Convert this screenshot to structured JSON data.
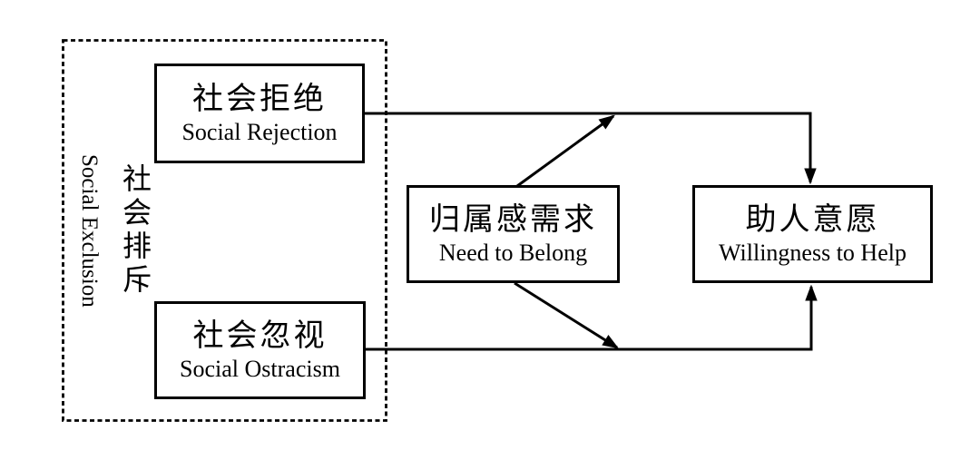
{
  "diagram": {
    "group": {
      "zh": "社会排斥",
      "en": "Social Exclusion"
    },
    "nodes": {
      "rejection": {
        "zh": "社会拒绝",
        "en": "Social Rejection"
      },
      "ostracism": {
        "zh": "社会忽视",
        "en": "Social Ostracism"
      },
      "belong": {
        "zh": "归属感需求",
        "en": "Need to Belong"
      },
      "help": {
        "zh": "助人意愿",
        "en": "Willingness to Help"
      }
    },
    "edges": [
      {
        "from": "social-rejection",
        "to": "willingness-to-help",
        "style": "elbow-arrow"
      },
      {
        "from": "social-ostracism",
        "to": "willingness-to-help",
        "style": "elbow-arrow"
      },
      {
        "from": "need-to-belong",
        "to": "rejection-help-path",
        "style": "diagonal-arrow"
      },
      {
        "from": "need-to-belong",
        "to": "ostracism-help-path",
        "style": "diagonal-arrow"
      }
    ],
    "colors": {
      "ink": "#000000",
      "background": "#ffffff"
    }
  }
}
